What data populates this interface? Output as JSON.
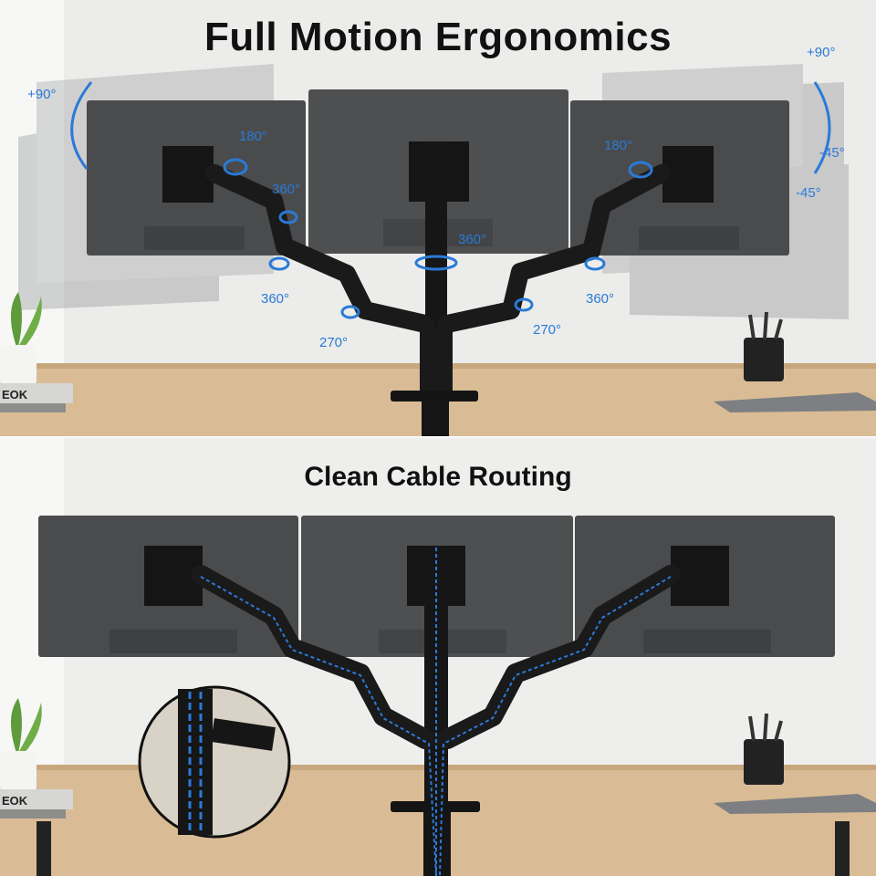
{
  "top_panel": {
    "title": "Full Motion Ergonomics",
    "labels": {
      "tilt_left": "+90°",
      "tilt_right": "+90°",
      "rotate_left": "180°",
      "rotate_right": "180°",
      "swivel_head_left": "360°",
      "swivel_center": "360°",
      "swivel_lower_left": "360°",
      "swivel_lower_right": "360°",
      "elbow_left": "270°",
      "elbow_right": "270°",
      "tilt_minus_top": "-45°",
      "tilt_minus_bottom": "-45°"
    },
    "book_text": "EOK"
  },
  "bottom_panel": {
    "title": "Clean Cable Routing",
    "book_text": "EOK"
  },
  "colors": {
    "accent": "#2a7ad8",
    "monitor": "#4a4b4d",
    "arm": "#1a1a1a",
    "desk": "#d9bc96"
  }
}
